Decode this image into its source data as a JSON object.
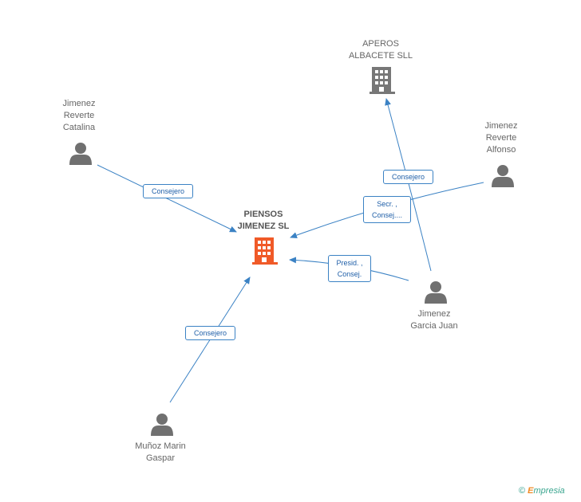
{
  "nodes": {
    "main_company": {
      "label": "PIENSOS\nJIMENEZ SL",
      "icon": "building-icon",
      "color": "#f05a28"
    },
    "aperos": {
      "label": "APEROS\nALBACETE SLL",
      "icon": "building-icon",
      "color": "#777777"
    },
    "catalina": {
      "label": "Jimenez\nReverte\nCatalina",
      "icon": "person-icon"
    },
    "alfonso": {
      "label": "Jimenez\nReverte\nAlfonso",
      "icon": "person-icon"
    },
    "juan": {
      "label": "Jimenez\nGarcia Juan",
      "icon": "person-icon"
    },
    "gaspar": {
      "label": "Muñoz Marin\nGaspar",
      "icon": "person-icon"
    }
  },
  "edges": {
    "catalina_main": "Consejero",
    "alfonso_main": "Secr. ,\nConsej....",
    "juan_aperos": "Consejero",
    "juan_main": "Presid. ,\nConsej.",
    "gaspar_main": "Consejero"
  },
  "colors": {
    "edge": "#3b82c4",
    "person": "#707070"
  },
  "footer": {
    "copyright": "©",
    "brand_initial": "E",
    "brand_rest": "mpresia"
  }
}
